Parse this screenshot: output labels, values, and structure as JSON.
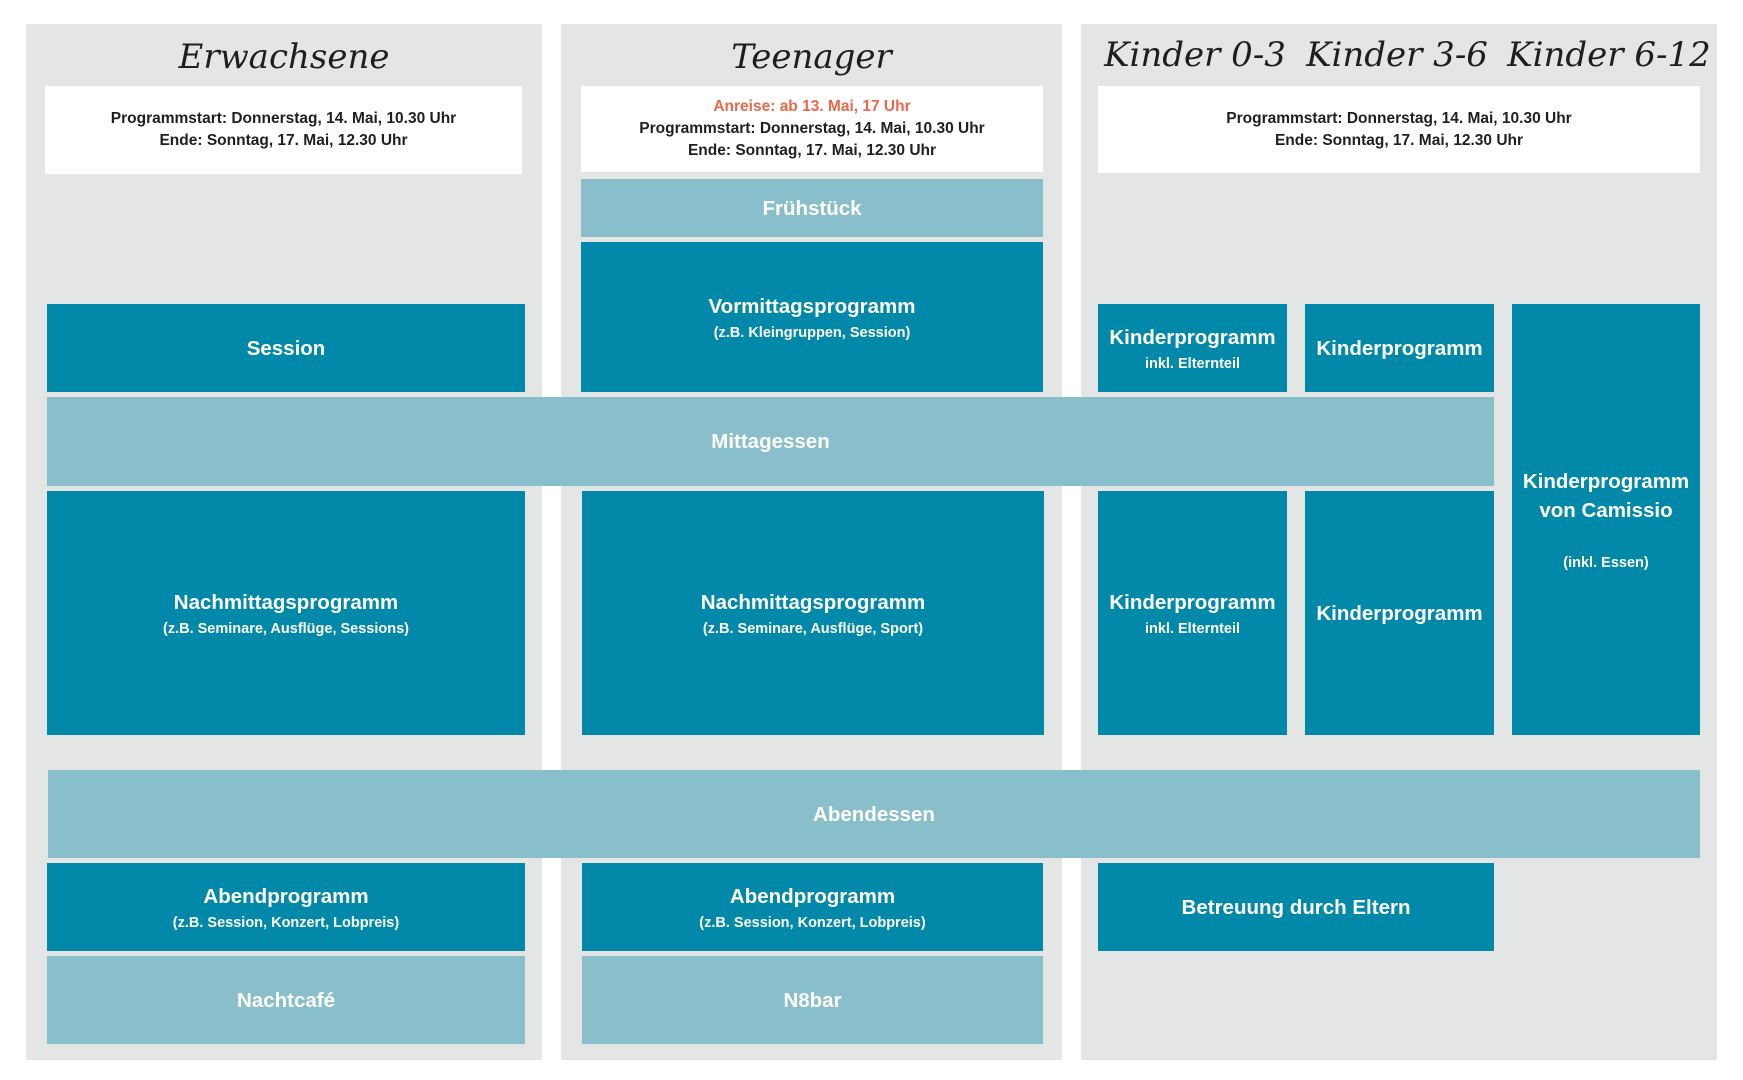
{
  "columns": {
    "adults": {
      "title": "Erwachsene",
      "start": "Programmstart: Donnerstag, 14. Mai, 10.30 Uhr",
      "end": "Ende: Sonntag, 17. Mai, 12.30 Uhr"
    },
    "teens": {
      "title": "Teenager",
      "arrival": "Anreise: ab 13. Mai, 17 Uhr",
      "start": "Programmstart: Donnerstag, 14. Mai, 10.30 Uhr",
      "end": "Ende: Sonntag, 17. Mai, 12.30 Uhr"
    },
    "kids": {
      "title_0_3": "Kinder 0-3",
      "title_3_6": "Kinder 3-6",
      "title_6_12": "Kinder 6-12",
      "start": "Programmstart: Donnerstag, 14. Mai, 10.30 Uhr",
      "end": "Ende: Sonntag, 17. Mai, 12.30 Uhr"
    }
  },
  "blocks": {
    "fruehstueck": "Frühstück",
    "vormittag_title": "Vormittagsprogramm",
    "vormittag_sub": "(z.B. Kleingruppen, Session)",
    "session": "Session",
    "kinderprogramm": "Kinderprogramm",
    "inkl_elternteil": "inkl. Elternteil",
    "mittagessen": "Mittagessen",
    "camissio_line1": "Kinderprogramm",
    "camissio_line2": "von Camissio",
    "camissio_sub": "(inkl. Essen)",
    "nachmittag_title": "Nachmittagsprogramm",
    "nachmittag_adults_sub": "(z.B. Seminare, Ausflüge, Sessions)",
    "nachmittag_teens_sub": "(z.B. Seminare, Ausflüge, Sport)",
    "abendessen": "Abendessen",
    "abend_title": "Abendprogramm",
    "abend_sub": "(z.B. Session, Konzert, Lobpreis)",
    "betreuung": "Betreuung durch Eltern",
    "nachtcafe": "Nachtcafé",
    "n8bar": "N8bar"
  },
  "colors": {
    "column_bg": "#e4e5e5",
    "dark_block": "#0289aa",
    "light_block": "#88bfcb",
    "arrival_text": "#e8684a"
  }
}
